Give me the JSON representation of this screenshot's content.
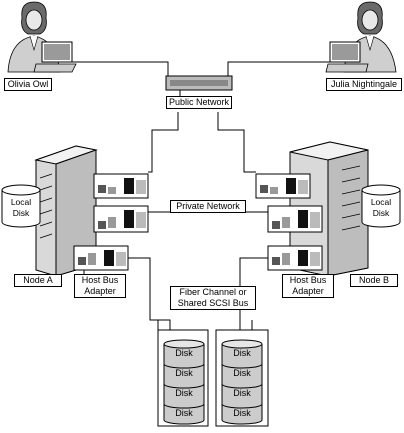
{
  "users": {
    "left": "Olivia Owl",
    "right": "Julia Nightingale"
  },
  "networks": {
    "public": "Public Network",
    "private": "Private Network",
    "storage_bus": "Fiber Channel or Shared SCSI Bus"
  },
  "nodes": {
    "a": "Node A",
    "b": "Node B",
    "hba": "Host Bus Adapter",
    "local_disk": "Local Disk"
  },
  "storage": {
    "disk_label": "Disk",
    "array_left": [
      "Disk",
      "Disk",
      "Disk",
      "Disk"
    ],
    "array_right": [
      "Disk",
      "Disk",
      "Disk",
      "Disk"
    ]
  }
}
